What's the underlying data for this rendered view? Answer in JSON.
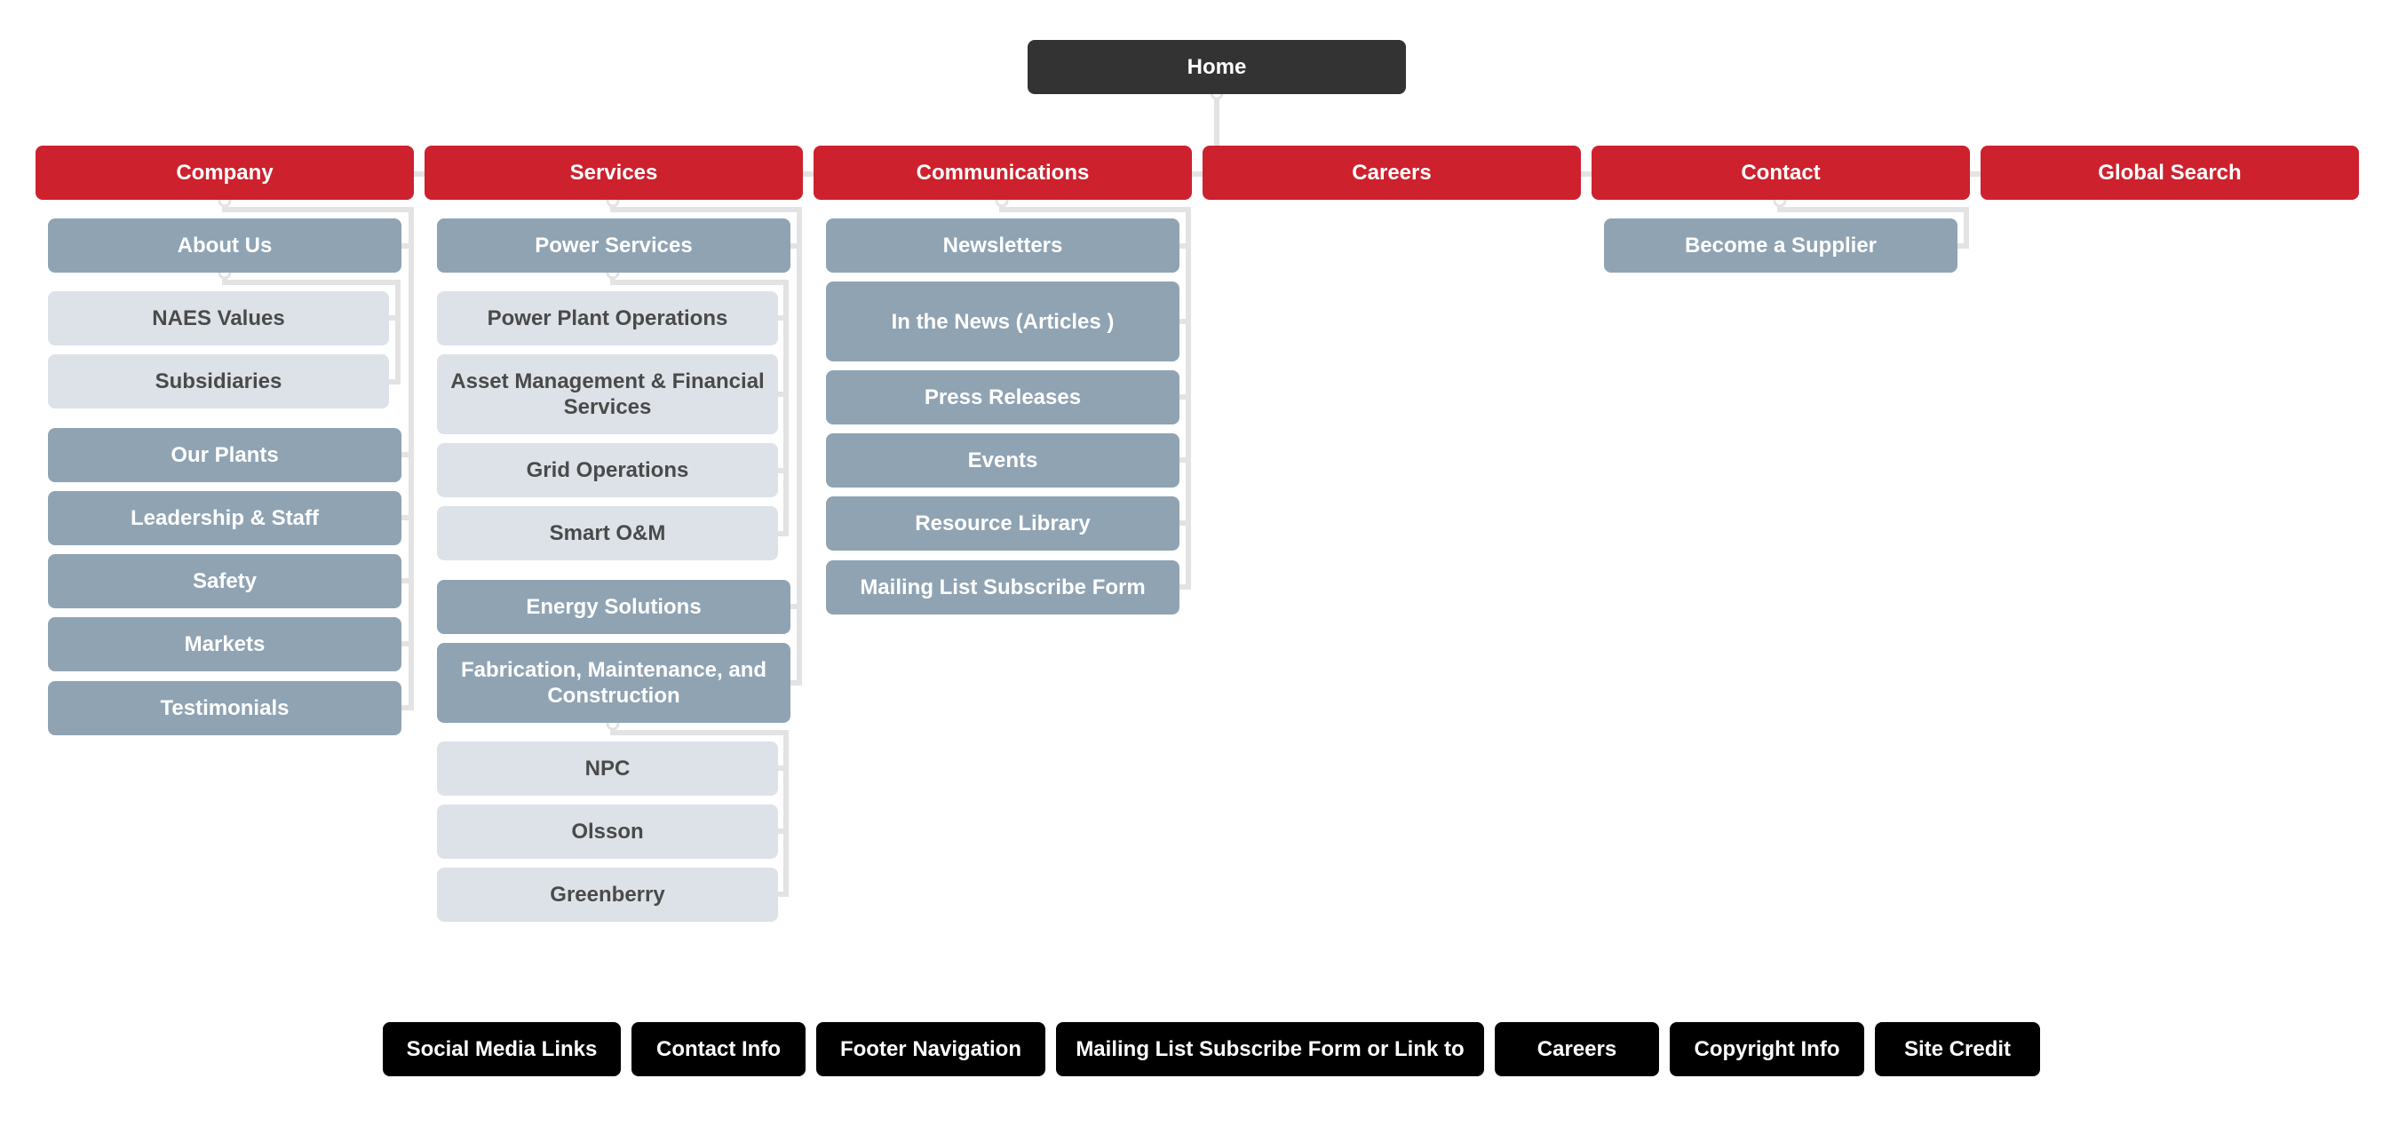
{
  "home": {
    "label": "Home"
  },
  "top_nav": {
    "company": "Company",
    "services": "Services",
    "communications": "Communications",
    "careers": "Careers",
    "contact": "Contact",
    "global_search": "Global Search"
  },
  "company": {
    "about_us": "About Us",
    "about_children": [
      "NAES Values",
      "Subsidiaries"
    ],
    "items": [
      "Our Plants",
      "Leadership & Staff",
      "Safety",
      "Markets",
      "Testimonials"
    ]
  },
  "services": {
    "power_services": "Power Services",
    "power_children": [
      "Power Plant Operations",
      "Asset Management & Financial Services",
      "Grid Operations",
      "Smart O&M"
    ],
    "energy_solutions": "Energy Solutions",
    "fabrication": "Fabrication, Maintenance, and Construction",
    "fabrication_children": [
      "NPC",
      "Olsson",
      "Greenberry"
    ]
  },
  "communications": {
    "items": [
      "Newsletters",
      "In the News (Articles )",
      "Press Releases",
      "Events",
      "Resource Library",
      "Mailing List Subscribe Form"
    ]
  },
  "contact": {
    "items": [
      "Become a Supplier"
    ]
  },
  "footer": {
    "items": [
      "Social Media Links",
      "Contact Info",
      "Footer Navigation",
      "Mailing List Subscribe Form or Link to",
      "Careers",
      "Copyright Info",
      "Site Credit"
    ]
  }
}
